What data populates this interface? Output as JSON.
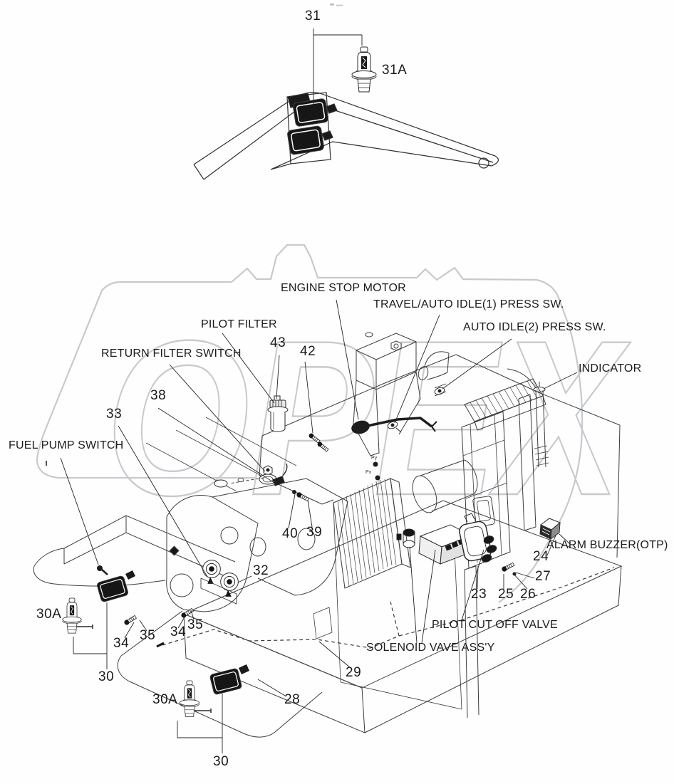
{
  "diagram": {
    "watermark_text": "OPEX",
    "port_labels": {
      "py": "Py",
      "px": "Px"
    },
    "labels": {
      "engine_stop_motor": "ENGINE STOP MOTOR",
      "travel_auto_idle_1": "TRAVEL/AUTO IDLE(1) PRESS SW.",
      "auto_idle_2": "AUTO IDLE(2) PRESS SW.",
      "pilot_filter": "PILOT FILTER",
      "return_filter_switch": "RETURN FILTER SWITCH",
      "indicator": "INDICATOR",
      "fuel_pump_switch": "FUEL PUMP SWITCH",
      "alarm_buzzer": "ALARM BUZZER(OTP)",
      "pilot_cut_off_valve": "PILOT CUT OFF VALVE",
      "solenoid_valve_assy": "SOLENOID VAVE ASS'Y"
    },
    "callouts": {
      "n31": "31",
      "n31a": "31A",
      "n43": "43",
      "n42": "42",
      "n38": "38",
      "n33": "33",
      "n40": "40",
      "n39": "39",
      "n32": "32",
      "n24": "24",
      "n27": "27",
      "n23": "23",
      "n25": "25",
      "n26": "26",
      "n30a_left": "30A",
      "n34_left": "34",
      "n35_left": "35",
      "n34_right": "34",
      "n35_right": "35",
      "n30_left": "30",
      "n29": "29",
      "n28": "28",
      "n30a_bottom": "30A",
      "n30_bottom": "30"
    },
    "colors": {
      "line": "#2f2f2f",
      "watermark": "#c6cace",
      "background": "#fefefe"
    }
  }
}
